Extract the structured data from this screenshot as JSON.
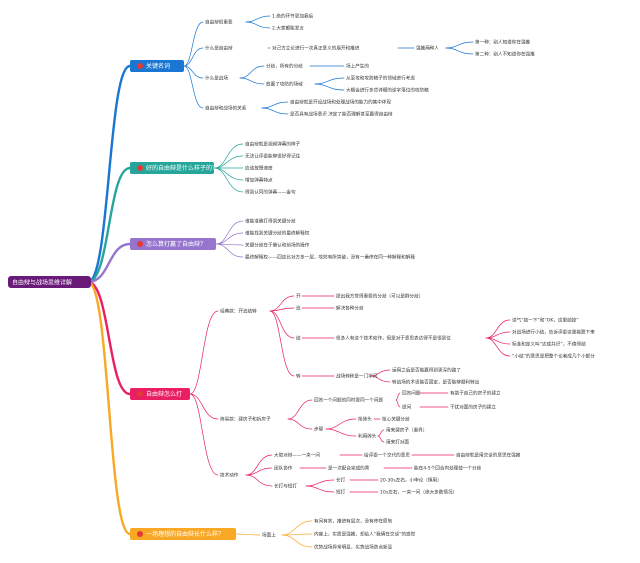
{
  "root": {
    "label": "自由辩与战场思维详解",
    "color": "#6a1b7a"
  },
  "branches": [
    {
      "label": "关键名词",
      "color": "#1976d2",
      "accent": "#e53935",
      "items": [
        {
          "label": "自由辩很重要",
          "children": [
            {
              "label": "1.绝的环节更加靠后"
            },
            {
              "label": "2.大家都能发言"
            }
          ]
        },
        {
          "label": "什么是自由辩",
          "children": [
            {
              "label": "对己方立论进行一次真正意义的展开和推进",
              "children": [
                {
                  "label": "强推两种人",
                  "children": [
                    {
                      "label": "第一种：别人知道你在强推"
                    },
                    {
                      "label": "第二种：别人不知道你在强推"
                    }
                  ]
                }
              ]
            }
          ]
        },
        {
          "label": "什么是战场",
          "children": [
            {
              "label": "分歧，所有的分歧",
              "children": [
                {
                  "label": "场上产生的"
                }
              ]
            },
            {
              "label": "放置了攻防的场域",
              "children": [
                {
                  "label": "从至攻和攻防精子的领域进行考虑"
                },
                {
                  "label": "大概会进行多背详细的逆字落位的攻防精"
                }
              ]
            }
          ]
        },
        {
          "label": "自由辩和战场的关系",
          "children": [
            {
              "label": "自由辩就是开设战场和处理战场的能力的集中体现"
            },
            {
              "label": "是否具有战场意识 决定了能否理解甚至赢得自由辩"
            }
          ]
        }
      ]
    },
    {
      "label": "好的自由辩是什么样子的？",
      "color": "#26a69a",
      "accent": "#e53935",
      "items": [
        {
          "label": "自由辩就是视频弹幕的样子"
        },
        {
          "label": "无法让评委能够很好得记住"
        },
        {
          "label": "应该放慢速度"
        },
        {
          "label": "增加弹幕特点"
        },
        {
          "label": "得到认同的弹幕——金句"
        }
      ]
    },
    {
      "label": "怎么算打赢了自由辩？",
      "color": "#9575cd",
      "accent": "#e53935",
      "items": [
        {
          "label": "谁能准确打得到关键分歧"
        },
        {
          "label": "谁能找到关键分歧的最终解释权"
        },
        {
          "label": "关键分歧在于确认和前场的操作"
        },
        {
          "label": "最终解释权——回应比对方多一层，攻防有所突破，没有一番停在同一种解释和解释"
        }
      ]
    },
    {
      "label": "自由辩怎么打",
      "color": "#e91e63",
      "accent": "#e53935",
      "items": [
        {
          "label": "经典款：开追结转",
          "children": [
            {
              "label": "开",
              "children": [
                {
                  "label": "提出我方觉得重要的分歧（可以是群分歧）"
                }
              ]
            },
            {
              "label": "追",
              "children": [
                {
                  "label": "解决各种分歧"
                }
              ]
            },
            {
              "label": "结",
              "children": [
                {
                  "label": "很多人有这个技术动作，但是对于意思表达得不是很到位",
                  "children": [
                    {
                      "label": "读气“结一下”和“OK，这里结掉”"
                    },
                    {
                      "label": "对战场进行小结，告诉评委这里能算下来"
                    },
                    {
                      "label": "标准和定义叫“达成共识”，不值得结"
                    },
                    {
                      "label": "“小结”的意思是把整个论者成几个小部分"
                    }
                  ]
                }
              ]
            },
            {
              "label": "转",
              "children": [
                {
                  "label": "战场转移是一门学问",
                  "children": [
                    {
                      "label": "运用之后是否能赢得到更深的路了"
                    },
                    {
                      "label": "转战场的术语能否固定，是否能够顺利转出"
                    }
                  ]
                }
              ]
            }
          ]
        },
        {
          "label": "简易款：建房子和拆房子",
          "children": [
            {
              "label": "回答一个问题的同时要同一个问题",
              "children": [
                {
                  "label": "回答问题",
                  "children": [
                    {
                      "label": "有助于自己的房子的建立"
                    }
                  ]
                },
                {
                  "label": "提问",
                  "children": [
                    {
                      "label": "干扰对面的房子的建立"
                    }
                  ]
                }
              ]
            },
            {
              "label": "步骤",
              "children": [
                {
                  "label": "抢砖头",
                  "children": [
                    {
                      "label": "核心关键分歧"
                    }
                  ]
                },
                {
                  "label": "利用砖头",
                  "children": [
                    {
                      "label": "用来建房子（重界）"
                    },
                    {
                      "label": "用来打对面"
                    }
                  ]
                }
              ]
            }
          ]
        },
        {
          "label": "技术动作",
          "children": [
            {
              "label": "大取对辩——一夹一问",
              "children": [
                {
                  "label": "给评委一个交代的意思"
                },
                {
                  "label": "自由辩就是用交谈的意思在强推"
                }
              ]
            },
            {
              "label": "团队协作",
              "children": [
                {
                  "label": "是一次配合完成的秀"
                },
                {
                  "label": "能在4-5个回合内处理掉一个分歧"
                }
              ]
            },
            {
              "label": "长打与短打",
              "children": [
                {
                  "label": "长打",
                  "children": [
                    {
                      "label": "20-30s左右，小申论（慎用）"
                    }
                  ]
                },
                {
                  "label": "短打",
                  "children": [
                    {
                      "label": "10s左右，一夹一问（绝大多数情况）"
                    }
                  ]
                }
              ]
            }
          ]
        }
      ]
    },
    {
      "label": "一场理想的自由辩长什么样？",
      "color": "#f9a825",
      "accent": "#e53935",
      "items": [
        {
          "label": "场面上",
          "children": [
            {
              "label": "有问有答，推进有层次，没有停在原地"
            },
            {
              "label": "内容上，实质是强推，却给人“我俩在交谈”的感觉"
            },
            {
              "label": "优势战场异常明显，劣势战场防点新显"
            }
          ]
        }
      ]
    }
  ]
}
